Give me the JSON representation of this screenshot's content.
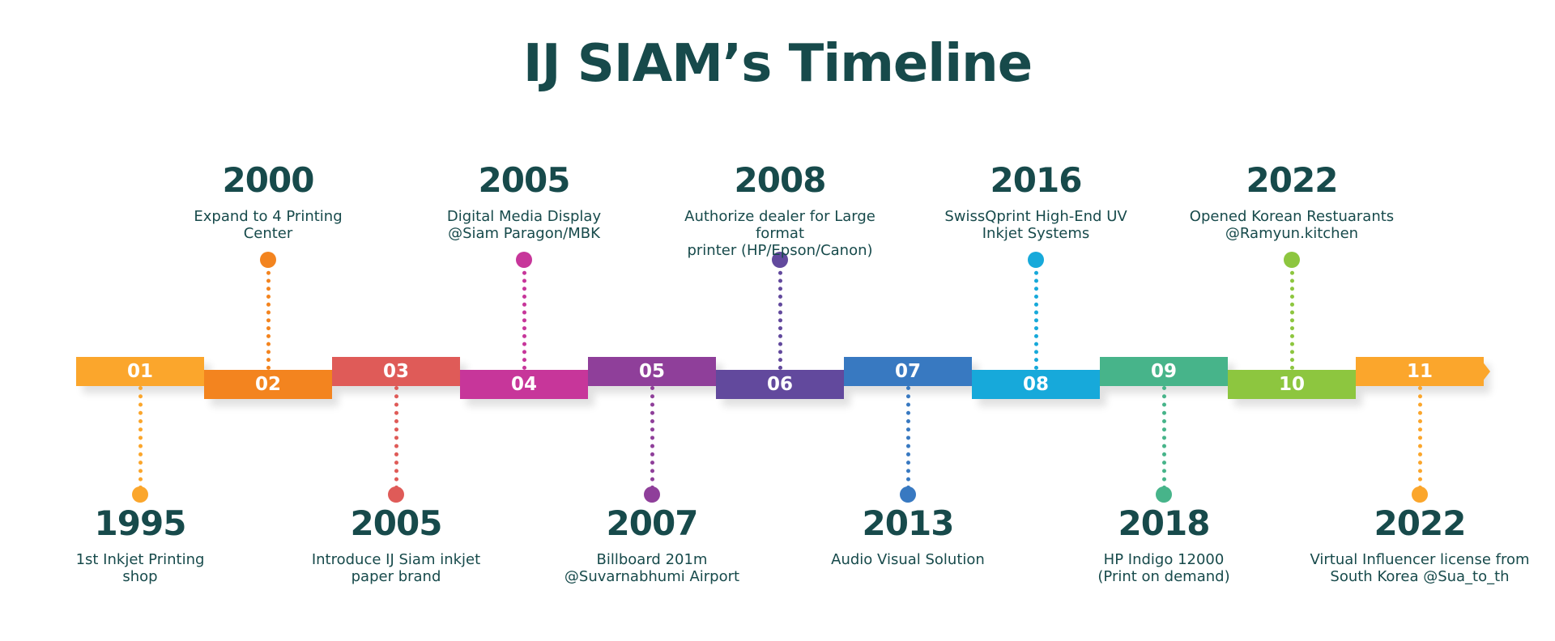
{
  "title": "IJ SIAM’s Timeline",
  "events": [
    {
      "num": "01",
      "year": "1995",
      "desc": "1st Inkjet Printing\nshop",
      "position": "below",
      "color": "#fba62c"
    },
    {
      "num": "02",
      "year": "2000",
      "desc": "Expand to 4 Printing\nCenter",
      "position": "above",
      "color": "#f3841f"
    },
    {
      "num": "03",
      "year": "2005",
      "desc": "Introduce IJ Siam inkjet\npaper brand",
      "position": "below",
      "color": "#df5b58"
    },
    {
      "num": "04",
      "year": "2005",
      "desc": "Digital Media Display\n@Siam Paragon/MBK",
      "position": "above",
      "color": "#c7369a"
    },
    {
      "num": "05",
      "year": "2007",
      "desc": "Billboard 201m\n@Suvarnabhumi Airport",
      "position": "below",
      "color": "#8f3f9a"
    },
    {
      "num": "06",
      "year": "2008",
      "desc": "Authorize dealer for Large format\nprinter (HP/Epson/Canon)",
      "position": "above",
      "color": "#62499d"
    },
    {
      "num": "07",
      "year": "2013",
      "desc": "Audio Visual Solution",
      "position": "below",
      "color": "#3879c1"
    },
    {
      "num": "08",
      "year": "2016",
      "desc": "SwissQprint High-End UV\nInkjet Systems",
      "position": "above",
      "color": "#17a9da"
    },
    {
      "num": "09",
      "year": "2018",
      "desc": "HP Indigo 12000\n(Print on demand)",
      "position": "below",
      "color": "#47b48a"
    },
    {
      "num": "10",
      "year": "2022",
      "desc": "Opened Korean Restuarants\n@Ramyun.kitchen",
      "position": "above",
      "color": "#8dc63f"
    },
    {
      "num": "11",
      "year": "2022",
      "desc": "Virtual Influencer license from\nSouth Korea @Sua_to_th",
      "position": "below",
      "color": "#fba62c"
    }
  ]
}
